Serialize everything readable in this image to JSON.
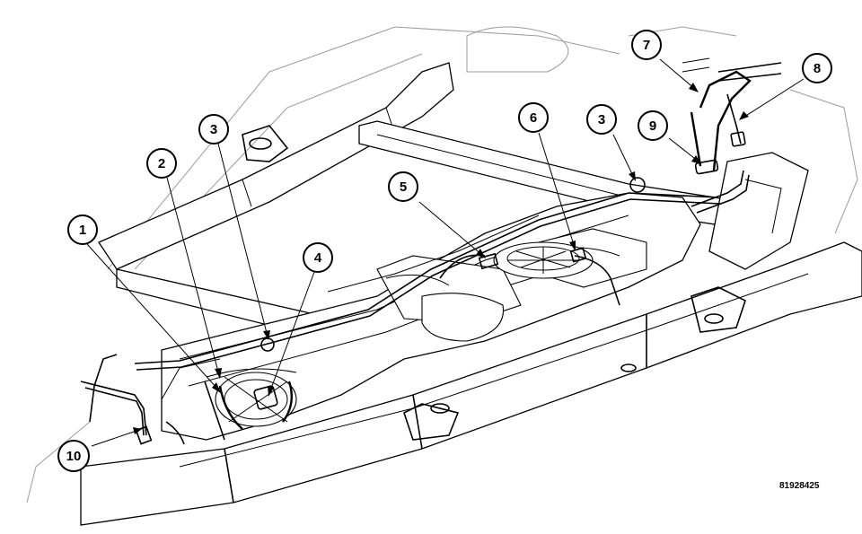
{
  "figure": {
    "id_text": "81928425"
  },
  "callouts": [
    {
      "label": "1"
    },
    {
      "label": "2"
    },
    {
      "label": "3"
    },
    {
      "label": "4"
    },
    {
      "label": "5"
    },
    {
      "label": "6"
    },
    {
      "label": "3"
    },
    {
      "label": "7"
    },
    {
      "label": "8"
    },
    {
      "label": "9"
    },
    {
      "label": "10"
    }
  ],
  "colors": {
    "line": "#000000",
    "background": "#ffffff",
    "ghost_line": "#9a9a9a"
  }
}
